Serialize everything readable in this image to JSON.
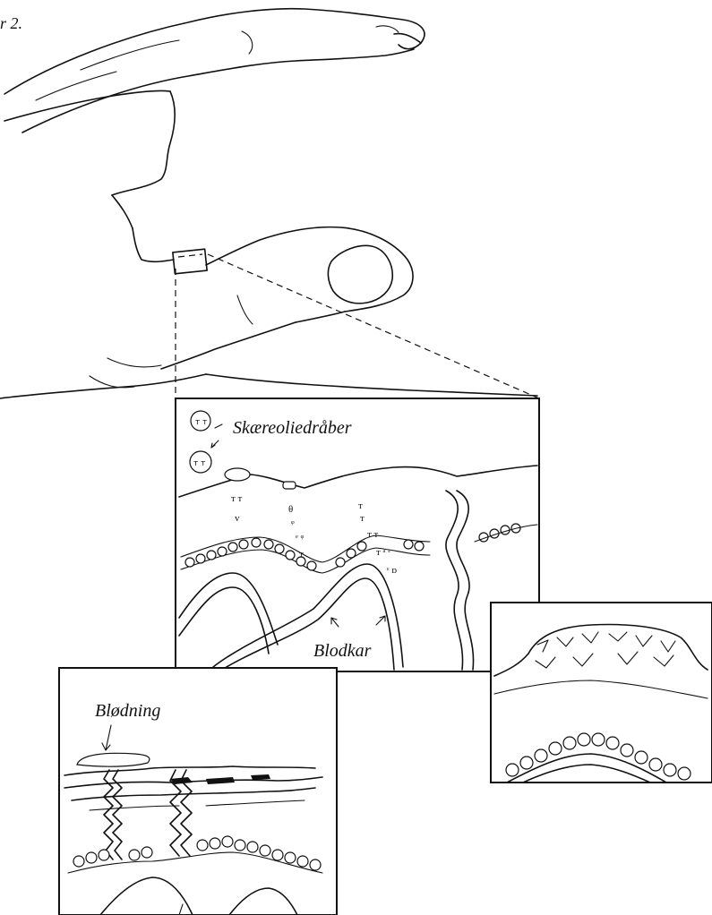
{
  "figure": {
    "number_label": "r 2."
  },
  "labels": {
    "oil_droplets": "Skæreoliedråber",
    "blood_vessel": "Blodkar",
    "bleeding": "Blødning"
  },
  "colors": {
    "ink": "#111111",
    "paper": "#ffffff"
  }
}
